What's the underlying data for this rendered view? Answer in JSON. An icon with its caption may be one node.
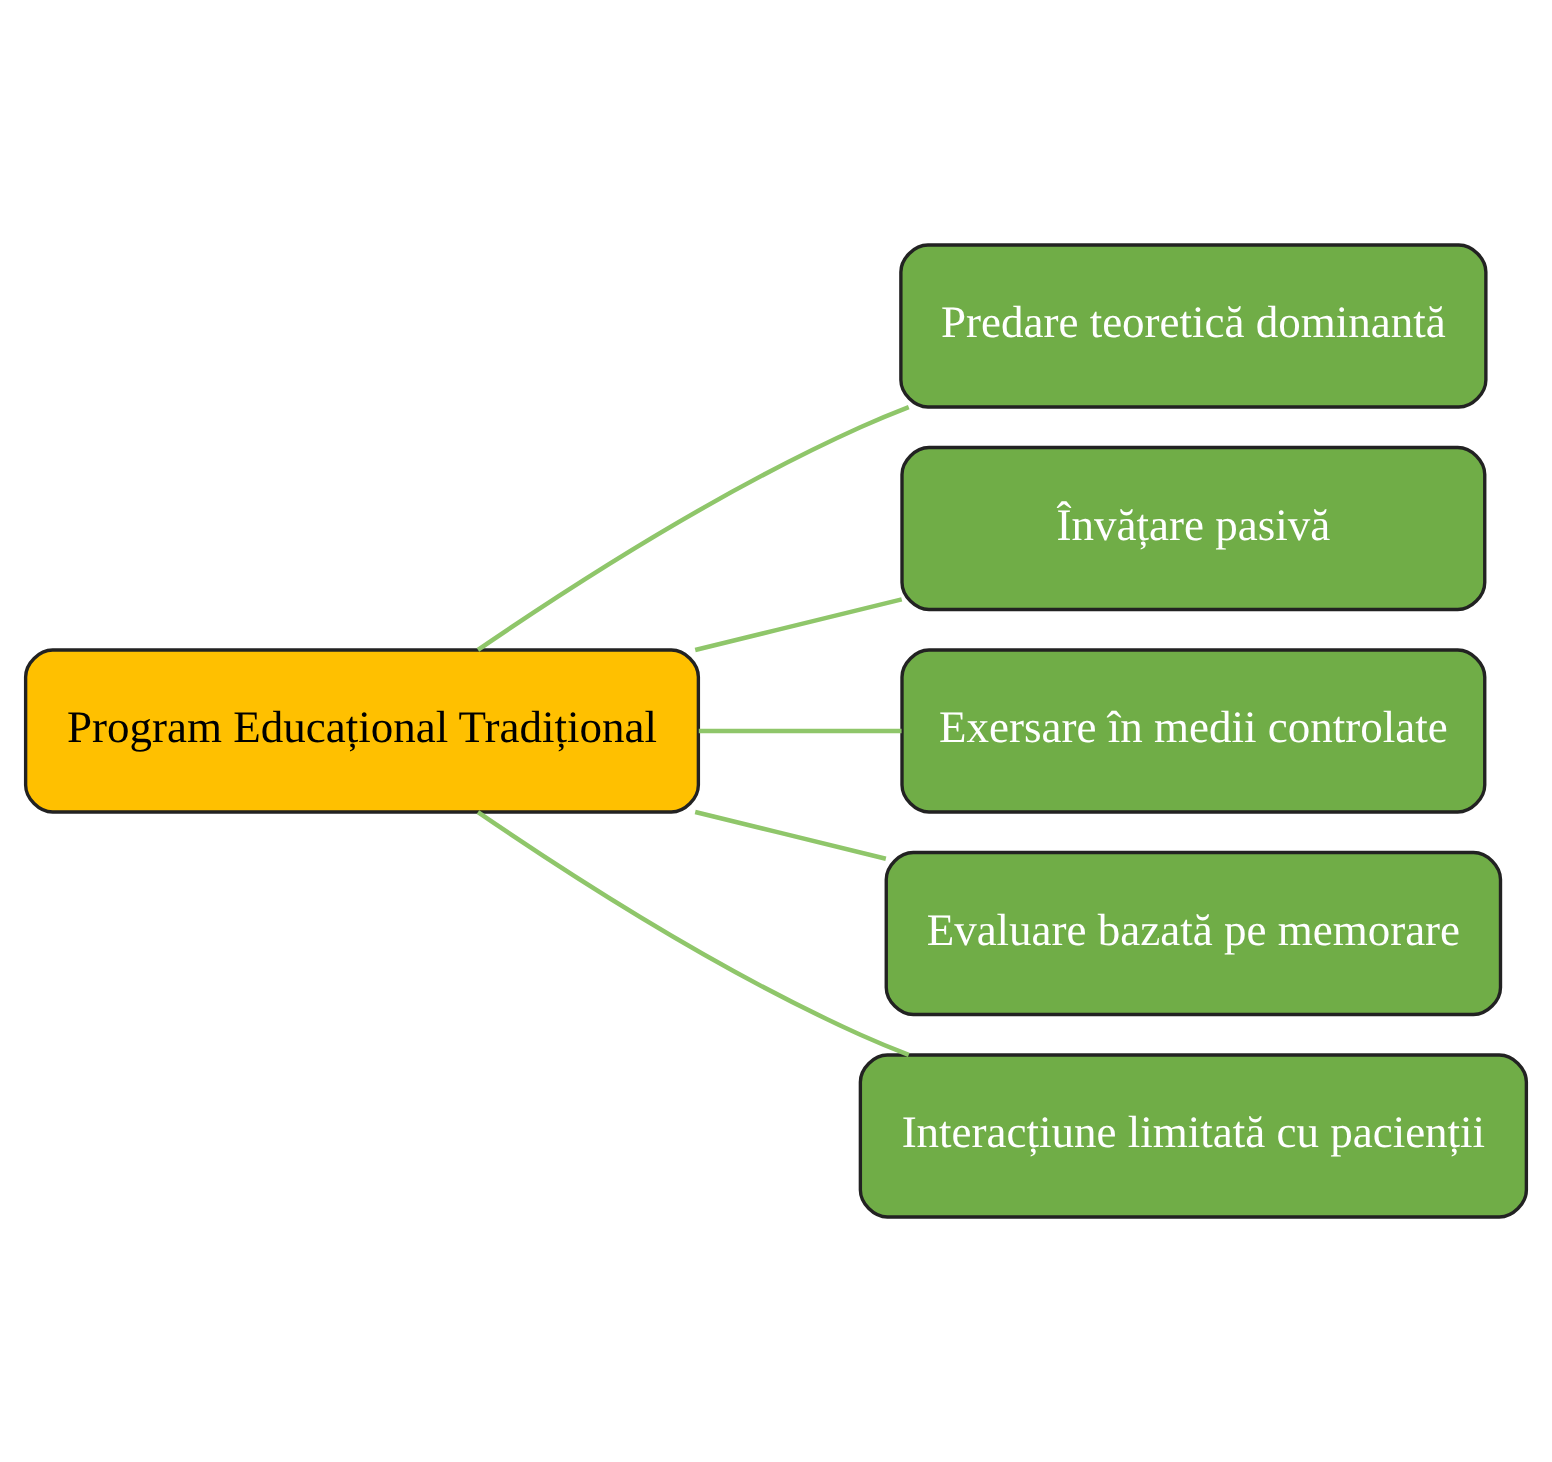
{
  "diagram": {
    "nodes": [
      {
        "text": [
          "Program Educațional Tradițional"
        ]
      },
      {
        "text": [
          "Predare teoretică dominantă"
        ]
      },
      {
        "text": [
          "Învățare pasivă"
        ]
      },
      {
        "text": [
          "Exersare în medii controlate"
        ]
      },
      {
        "text": [
          "Evaluare bazată pe memorare"
        ]
      },
      {
        "text": [
          "Interacțiune limitată cu pacienții"
        ]
      }
    ],
    "edges": [
      {
        "from": 0,
        "to": 1,
        "arrow": "none"
      },
      {
        "from": 0,
        "to": 2,
        "arrow": "none"
      },
      {
        "from": 0,
        "to": 3,
        "arrow": "none"
      },
      {
        "from": 0,
        "to": 4,
        "arrow": "none"
      },
      {
        "from": 0,
        "to": 5,
        "arrow": "none"
      }
    ]
  }
}
